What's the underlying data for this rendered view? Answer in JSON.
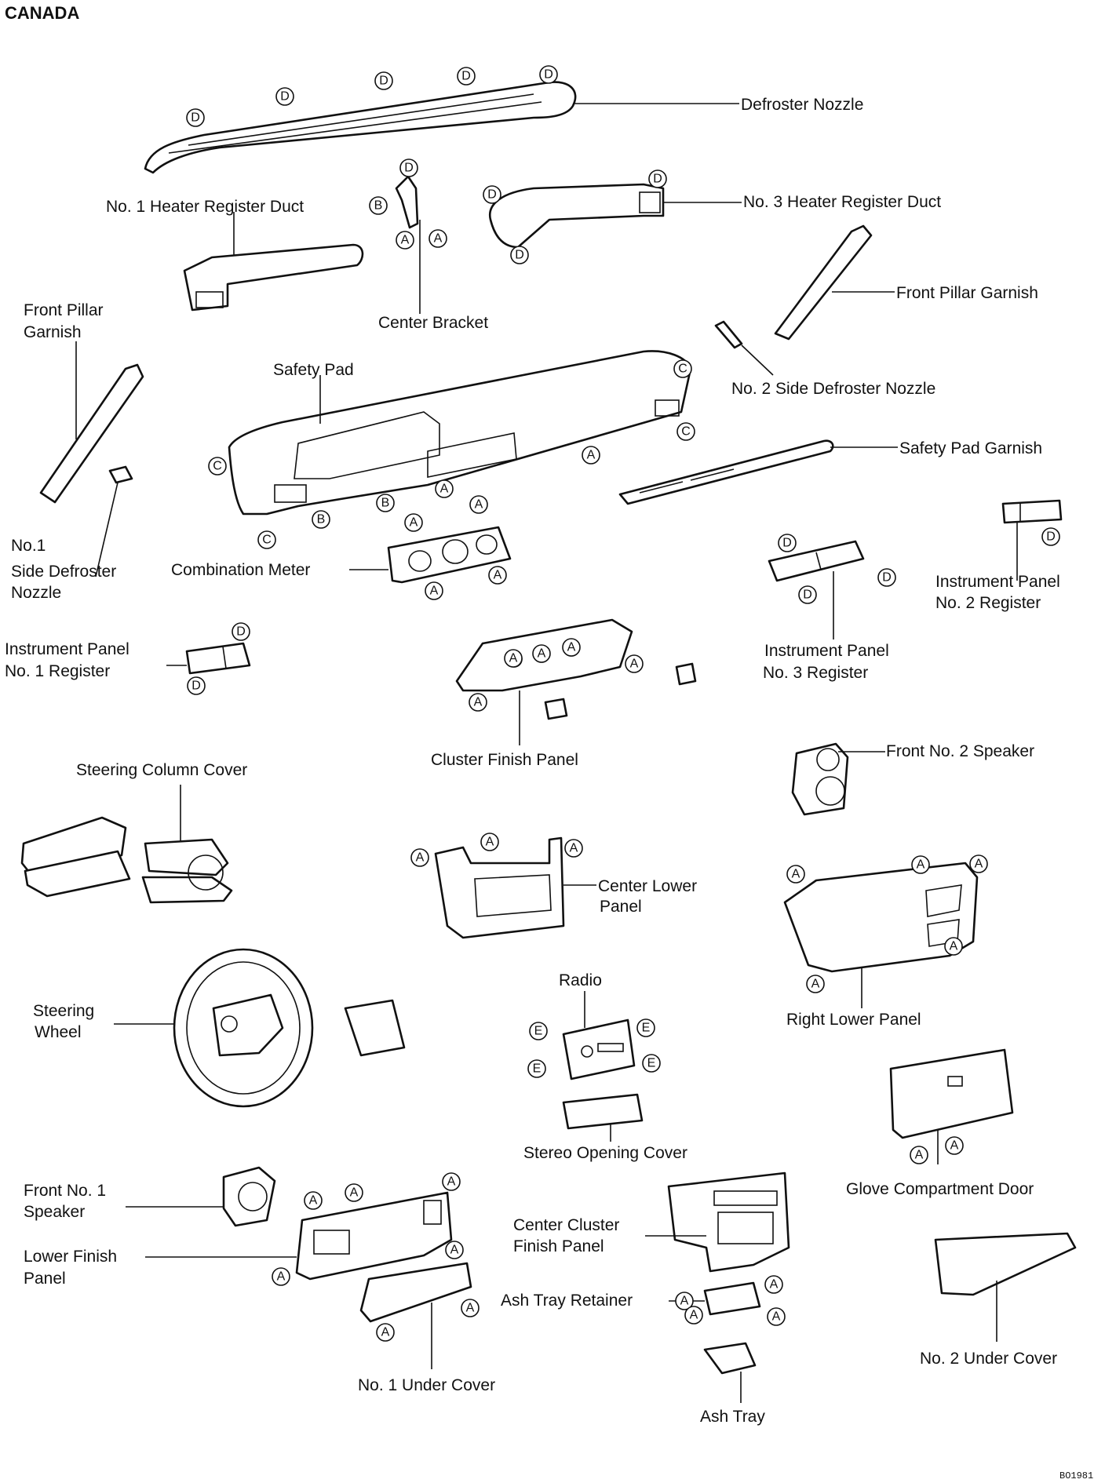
{
  "header": {
    "region": "CANADA"
  },
  "footer": {
    "figure_code": "BO1981"
  },
  "labels": {
    "defroster_nozzle": "Defroster Nozzle",
    "no1_heater_duct": "No. 1 Heater Register Duct",
    "no3_heater_duct": "No. 3 Heater Register Duct",
    "center_bracket": "Center Bracket",
    "front_pillar_garnish_left_1": "Front Pillar",
    "front_pillar_garnish_left_2": "Garnish",
    "front_pillar_garnish_right": "Front Pillar Garnish",
    "safety_pad": "Safety Pad",
    "no2_side_defroster": "No. 2  Side Defroster Nozzle",
    "safety_pad_garnish": "Safety Pad Garnish",
    "no1_side_defroster_1": "No.1",
    "no1_side_defroster_2": "Side Defroster",
    "no1_side_defroster_3": "Nozzle",
    "combination_meter": "Combination Meter",
    "ip_no2_register_1": "Instrument Panel",
    "ip_no2_register_2": "No. 2 Register",
    "ip_no1_register_1": "Instrument Panel",
    "ip_no1_register_2": "No. 1 Register",
    "ip_no3_register_1": "Instrument Panel",
    "ip_no3_register_2": "No. 3 Register",
    "cluster_finish_panel": "Cluster Finish Panel",
    "front_no2_speaker": "Front No. 2 Speaker",
    "steering_column_cover": "Steering Column Cover",
    "center_lower_panel_1": "Center Lower",
    "center_lower_panel_2": "Panel",
    "right_lower_panel": "Right Lower Panel",
    "steering_wheel_1": "Steering",
    "steering_wheel_2": "Wheel",
    "radio": "Radio",
    "stereo_opening_cover": "Stereo Opening Cover",
    "glove_compartment_door": "Glove Compartment Door",
    "front_no1_speaker_1": "Front No. 1",
    "front_no1_speaker_2": "Speaker",
    "lower_finish_panel_1": "Lower Finish",
    "lower_finish_panel_2": "Panel",
    "center_cluster_finish_1": "Center Cluster",
    "center_cluster_finish_2": "Finish Panel",
    "ash_tray_retainer": "Ash Tray Retainer",
    "no1_under_cover": "No. 1 Under Cover",
    "no2_under_cover": "No. 2 Under Cover",
    "ash_tray": "Ash Tray"
  },
  "fastener_codes": {
    "a": "A",
    "b": "B",
    "c": "C",
    "d": "D",
    "e": "E"
  }
}
